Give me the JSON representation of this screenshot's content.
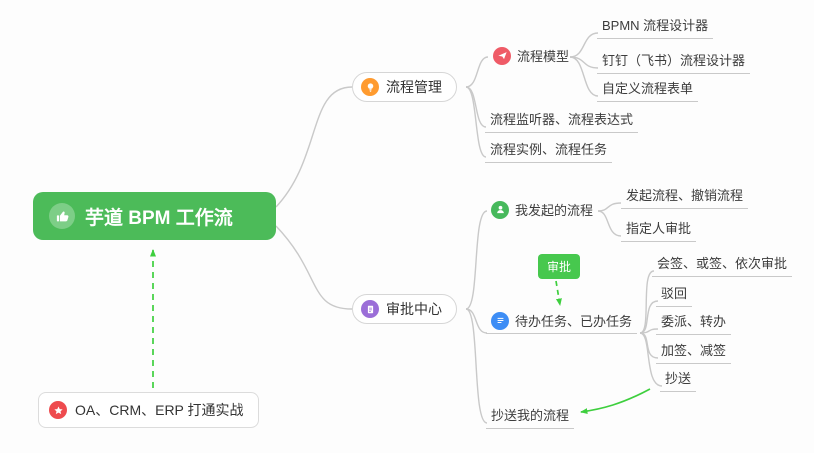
{
  "root": {
    "label": "芋道 BPM 工作流",
    "icon": "thumbs-up-icon",
    "color": "#4cbb59"
  },
  "annotation": {
    "label": "OA、CRM、ERP 打通实战",
    "icon": "star-icon",
    "icon_color": "#ee4b4e"
  },
  "approval_badge": {
    "label": "审批",
    "color": "#47c84e"
  },
  "process_management": {
    "label": "流程管理",
    "icon": "lightbulb-icon",
    "icon_color": "#ff9b2f",
    "children": {
      "process_model": {
        "label": "流程模型",
        "icon": "paper-plane-icon",
        "icon_color": "#ef5b67",
        "children": {
          "bpmn_designer": {
            "label": "BPMN 流程设计器"
          },
          "dingtalk_designer": {
            "label": "钉钉（飞书）流程设计器"
          },
          "custom_form": {
            "label": "自定义流程表单"
          }
        }
      },
      "listener_expression": {
        "label": "流程监听器、流程表达式"
      },
      "instance_task": {
        "label": "流程实例、流程任务"
      }
    }
  },
  "approval_center": {
    "label": "审批中心",
    "icon": "clipboard-icon",
    "icon_color": "#9b6ed8",
    "children": {
      "my_initiated": {
        "label": "我发起的流程",
        "icon": "person-icon",
        "icon_color": "#47b95c",
        "children": {
          "initiate_cancel": {
            "label": "发起流程、撤销流程"
          },
          "assignee_approval": {
            "label": "指定人审批"
          }
        }
      },
      "todo_done": {
        "label": "待办任务、已办任务",
        "icon": "list-icon",
        "icon_color": "#3d8df5",
        "children": {
          "countersign": {
            "label": "会签、或签、依次审批"
          },
          "reject": {
            "label": "驳回"
          },
          "delegate_transfer": {
            "label": "委派、转办"
          },
          "add_reduce_sign": {
            "label": "加签、减签"
          },
          "cc": {
            "label": "抄送"
          }
        }
      },
      "cc_my_process": {
        "label": "抄送我的流程"
      }
    }
  },
  "colors": {
    "connector_gray": "#c9c9c9",
    "arrow_green": "#3ecf3e",
    "text": "#3c3c3c"
  }
}
